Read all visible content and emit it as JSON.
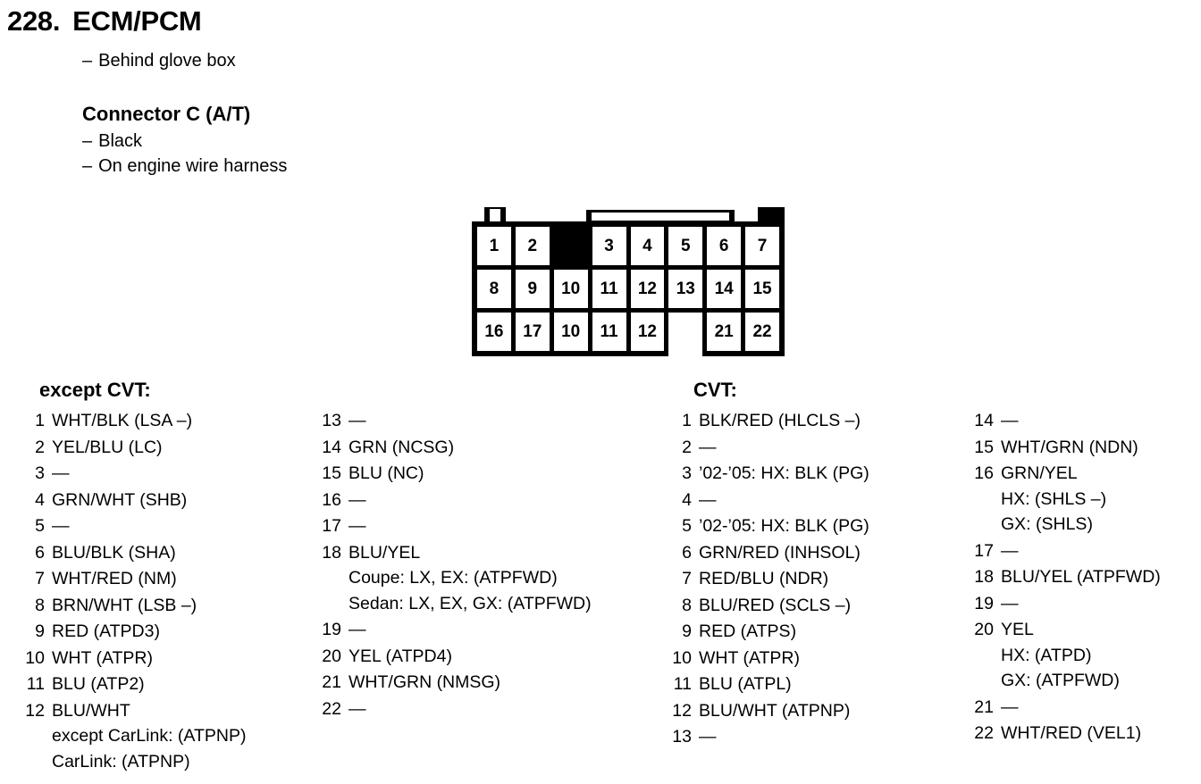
{
  "header": {
    "number": "228.",
    "title": "ECM/PCM",
    "location": {
      "dash": "–",
      "text": "Behind glove box"
    },
    "connector_title": "Connector C (A/T)",
    "connector_notes": [
      {
        "dash": "–",
        "text": "Black"
      },
      {
        "dash": "–",
        "text": "On engine wire harness"
      }
    ]
  },
  "connector_diagram": {
    "rows": [
      [
        "1",
        "2",
        "",
        "3",
        "4",
        "5",
        "6",
        "7"
      ],
      [
        "8",
        "9",
        "10",
        "11",
        "12",
        "13",
        "14",
        "15"
      ],
      [
        "16",
        "17",
        "10",
        "11",
        "12",
        "",
        "21",
        "22"
      ]
    ]
  },
  "sections": {
    "except_cvt": {
      "heading": "except CVT:"
    },
    "cvt": {
      "heading": "CVT:"
    }
  },
  "pins": {
    "except_cvt": [
      {
        "num": "1",
        "main": "WHT/BLK (LSA –)",
        "subs": []
      },
      {
        "num": "2",
        "main": "YEL/BLU (LC)",
        "subs": []
      },
      {
        "num": "3",
        "main": "—",
        "subs": []
      },
      {
        "num": "4",
        "main": "GRN/WHT (SHB)",
        "subs": []
      },
      {
        "num": "5",
        "main": "—",
        "subs": []
      },
      {
        "num": "6",
        "main": "BLU/BLK (SHA)",
        "subs": []
      },
      {
        "num": "7",
        "main": "WHT/RED (NM)",
        "subs": []
      },
      {
        "num": "8",
        "main": "BRN/WHT (LSB –)",
        "subs": []
      },
      {
        "num": "9",
        "main": "RED (ATPD3)",
        "subs": []
      },
      {
        "num": "10",
        "main": "WHT (ATPR)",
        "subs": []
      },
      {
        "num": "11",
        "main": "BLU (ATP2)",
        "subs": []
      },
      {
        "num": "12",
        "main": "BLU/WHT",
        "subs": [
          "except CarLink: (ATPNP)",
          "CarLink: (ATPNP)"
        ]
      },
      {
        "num": "13",
        "main": "—",
        "subs": []
      },
      {
        "num": "14",
        "main": "GRN (NCSG)",
        "subs": []
      },
      {
        "num": "15",
        "main": "BLU (NC)",
        "subs": []
      },
      {
        "num": "16",
        "main": "—",
        "subs": []
      },
      {
        "num": "17",
        "main": "—",
        "subs": []
      },
      {
        "num": "18",
        "main": "BLU/YEL",
        "subs": [
          "Coupe: LX, EX: (ATPFWD)",
          "Sedan: LX, EX, GX: (ATPFWD)"
        ]
      },
      {
        "num": "19",
        "main": "—",
        "subs": []
      },
      {
        "num": "20",
        "main": "YEL (ATPD4)",
        "subs": []
      },
      {
        "num": "21",
        "main": "WHT/GRN (NMSG)",
        "subs": []
      },
      {
        "num": "22",
        "main": "—",
        "subs": []
      }
    ],
    "cvt": [
      {
        "num": "1",
        "main": "BLK/RED (HLCLS –)",
        "subs": []
      },
      {
        "num": "2",
        "main": "—",
        "subs": []
      },
      {
        "num": "3",
        "main": "’02-’05: HX: BLK (PG)",
        "subs": []
      },
      {
        "num": "4",
        "main": "—",
        "subs": []
      },
      {
        "num": "5",
        "main": "’02-’05: HX: BLK (PG)",
        "subs": []
      },
      {
        "num": "6",
        "main": "GRN/RED (INHSOL)",
        "subs": []
      },
      {
        "num": "7",
        "main": "RED/BLU (NDR)",
        "subs": []
      },
      {
        "num": "8",
        "main": "BLU/RED (SCLS –)",
        "subs": []
      },
      {
        "num": "9",
        "main": "RED (ATPS)",
        "subs": []
      },
      {
        "num": "10",
        "main": "WHT (ATPR)",
        "subs": []
      },
      {
        "num": "11",
        "main": "BLU (ATPL)",
        "subs": []
      },
      {
        "num": "12",
        "main": "BLU/WHT (ATPNP)",
        "subs": []
      },
      {
        "num": "13",
        "main": "—",
        "subs": []
      },
      {
        "num": "14",
        "main": "—",
        "subs": []
      },
      {
        "num": "15",
        "main": "WHT/GRN (NDN)",
        "subs": []
      },
      {
        "num": "16",
        "main": "GRN/YEL",
        "subs": [
          "HX: (SHLS –)",
          "GX: (SHLS)"
        ]
      },
      {
        "num": "17",
        "main": "—",
        "subs": []
      },
      {
        "num": "18",
        "main": "BLU/YEL (ATPFWD)",
        "subs": []
      },
      {
        "num": "19",
        "main": "—",
        "subs": []
      },
      {
        "num": "20",
        "main": "YEL",
        "subs": [
          "HX: (ATPD)",
          "GX: (ATPFWD)"
        ]
      },
      {
        "num": "21",
        "main": "—",
        "subs": []
      },
      {
        "num": "22",
        "main": "WHT/RED (VEL1)",
        "subs": []
      }
    ]
  },
  "colors": {
    "ink": "#000000",
    "paper": "#ffffff"
  }
}
